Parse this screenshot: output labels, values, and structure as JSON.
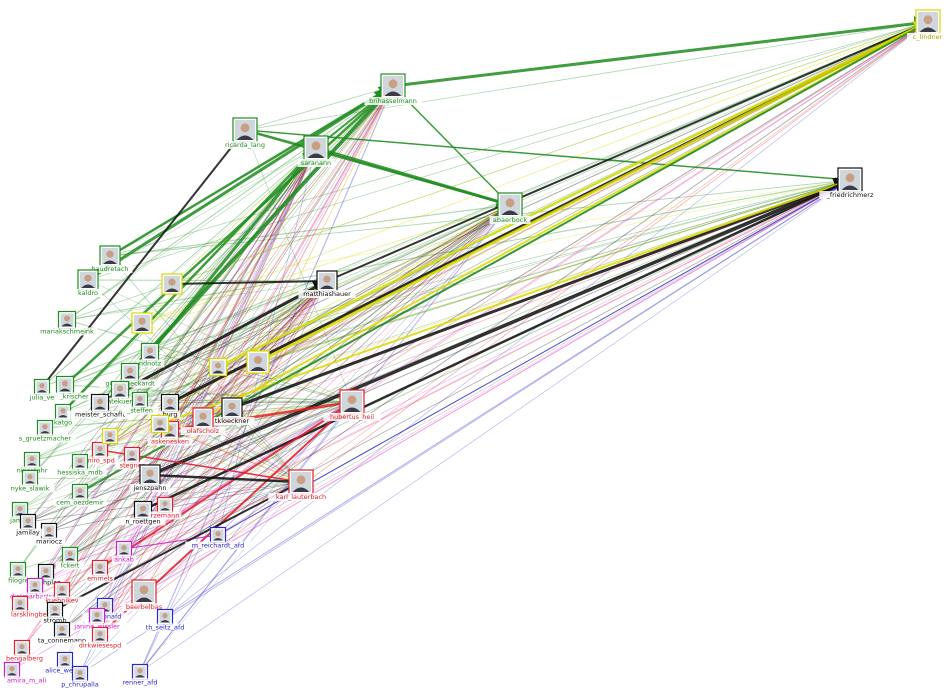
{
  "colors": {
    "green": "#1e8c1e",
    "darkgreen": "#0f5a0f",
    "yellow": "#d9d900",
    "black": "#111111",
    "red": "#e0202a",
    "blue": "#2828c8",
    "magenta": "#d01ad0",
    "orange": "#f0a020",
    "node_border": "#8a8a8a"
  },
  "nodes": [
    {
      "id": "c_lindner",
      "label": "c_lindner",
      "group": "yellow"
    },
    {
      "id": "brihasselmann",
      "label": "brihasselmann",
      "group": "green"
    },
    {
      "id": "ricarda_lang",
      "label": "ricarda_lang",
      "group": "green"
    },
    {
      "id": "saranann",
      "label": "saranann",
      "group": "green"
    },
    {
      "id": "abaerbock",
      "label": "abaerbock",
      "group": "green"
    },
    {
      "id": "_friedrichmerz",
      "label": "_friedrichmerz",
      "group": "black"
    },
    {
      "id": "matthiashauer",
      "label": "matthiashauer",
      "group": "black"
    },
    {
      "id": "haudretach",
      "label": "haudretach",
      "group": "green"
    },
    {
      "id": "kaldro",
      "label": "kaldro",
      "group": "green"
    },
    {
      "id": "mariakschmeink",
      "label": "mariakschmeink",
      "group": "green"
    },
    {
      "id": "ndnotz",
      "label": "ndnotz",
      "group": "green"
    },
    {
      "id": "goeringeckardt",
      "label": "goeringeckardt",
      "group": "green"
    },
    {
      "id": "renatekuenast",
      "label": "renatekuenast",
      "group": "green"
    },
    {
      "id": "oliver_krischer",
      "label": "oliver_krischer",
      "group": "green"
    },
    {
      "id": "julia_ve",
      "label": "julia_ve",
      "group": "green"
    },
    {
      "id": "katgo",
      "label": "katgo",
      "group": "green"
    },
    {
      "id": "meister_schafft",
      "label": "meister_schafft",
      "group": "black"
    },
    {
      "id": "burg",
      "label": "burg",
      "group": "black"
    },
    {
      "id": "steffen",
      "label": "_steffen",
      "group": "green"
    },
    {
      "id": "s_gruetzmacher",
      "label": "s_gruetzmacher",
      "group": "green"
    },
    {
      "id": "tkloeckner",
      "label": "tkloeckner",
      "group": "black"
    },
    {
      "id": "olafscholz",
      "label": "olafscholz",
      "group": "red"
    },
    {
      "id": "askenesken",
      "label": "askenesken",
      "group": "red"
    },
    {
      "id": "hubertus_heil",
      "label": "hubertus_heil",
      "group": "red"
    },
    {
      "id": "miro_spd",
      "label": "miro_spd",
      "group": "red"
    },
    {
      "id": "stegner",
      "label": "stegner",
      "group": "red"
    },
    {
      "id": "ninastahr",
      "label": "ninastahr",
      "group": "green"
    },
    {
      "id": "hessiska_mdb",
      "label": "hessiska_mdb",
      "group": "green"
    },
    {
      "id": "nyke_slawik",
      "label": "nyke_slawik",
      "group": "green"
    },
    {
      "id": "cem_oezdemir",
      "label": "cem_oezdemir",
      "group": "green"
    },
    {
      "id": "jenszpahn",
      "label": "jenszpahn",
      "group": "black"
    },
    {
      "id": "karl_lauterbach",
      "label": "karl_lauterbach",
      "group": "red"
    },
    {
      "id": "jamila",
      "label": "jamila",
      "group": "green"
    },
    {
      "id": "n_roettgen",
      "label": "n_roettgen",
      "group": "black"
    },
    {
      "id": "rzemann",
      "label": "rzemann",
      "group": "red"
    },
    {
      "id": "m_reichardt_afd",
      "label": "m_reichardt_afd",
      "group": "blue"
    },
    {
      "id": "mariocz",
      "label": "mariocz",
      "group": "black"
    },
    {
      "id": "jamilay",
      "label": "jamilay",
      "group": "black"
    },
    {
      "id": "fckert",
      "label": "fckert",
      "group": "green"
    },
    {
      "id": "emmels",
      "label": "emmels",
      "group": "red"
    },
    {
      "id": "ankab",
      "label": "ankab",
      "group": "magenta"
    },
    {
      "id": "filogreen",
      "label": "filogreen",
      "group": "green"
    },
    {
      "id": "sophplaz",
      "label": "sophplaz",
      "group": "black"
    },
    {
      "id": "dietmarbartsch",
      "label": "dietmarbartsch",
      "group": "magenta"
    },
    {
      "id": "kuehnikev",
      "label": "kuehnikev",
      "group": "red"
    },
    {
      "id": "baerbelbas",
      "label": "baerbelbas",
      "group": "red"
    },
    {
      "id": "pe_afd",
      "label": "pe...onafd",
      "group": "blue"
    },
    {
      "id": "janine_wissler",
      "label": "janine_wissler",
      "group": "magenta"
    },
    {
      "id": "th_seitz_afd",
      "label": "th_seitz_afd",
      "group": "blue"
    },
    {
      "id": "larsklingbeil",
      "label": "larsklingbeil",
      "group": "red"
    },
    {
      "id": "stromb",
      "label": "stromb",
      "group": "black"
    },
    {
      "id": "connemann",
      "label": "ta_connemann",
      "group": "black"
    },
    {
      "id": "dirkwiese",
      "label": "dirkwiesespd",
      "group": "red"
    },
    {
      "id": "bengalberg",
      "label": "bengalberg",
      "group": "red"
    },
    {
      "id": "alice_weidel",
      "label": "alice_weidel",
      "group": "blue"
    },
    {
      "id": "amira_m_ali",
      "label": "amira_m_ali",
      "group": "magenta"
    },
    {
      "id": "p_chrupalla",
      "label": "p_chrupalla",
      "group": "blue"
    },
    {
      "id": "renner_afd",
      "label": "renner_afd",
      "group": "blue"
    },
    {
      "id": "y1",
      "label": "...",
      "group": "yellow"
    },
    {
      "id": "y2",
      "label": "...",
      "group": "yellow"
    },
    {
      "id": "y3",
      "label": "...",
      "group": "yellow"
    },
    {
      "id": "y4",
      "label": "...",
      "group": "yellow"
    },
    {
      "id": "y5",
      "label": "...",
      "group": "yellow"
    },
    {
      "id": "y6",
      "label": "...",
      "group": "yellow"
    }
  ]
}
